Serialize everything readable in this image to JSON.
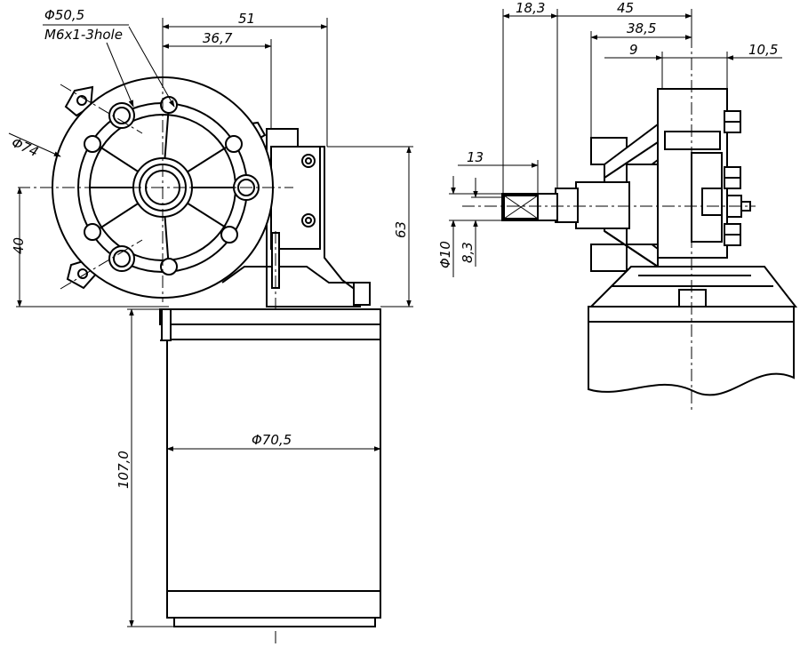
{
  "front_view": {
    "hole_callout": [
      "Φ50,5",
      "M6x1-3hole"
    ],
    "dim_51": "51",
    "dim_36_7": "36,7",
    "dim_74": "Φ74",
    "dim_40": "40",
    "dim_63": "63",
    "dim_70_5": "Φ70,5",
    "dim_107": "107,0"
  },
  "side_view": {
    "dim_18_3": "18,3",
    "dim_45": "45",
    "dim_38_5": "38,5",
    "dim_9": "9",
    "dim_10_5": "10,5",
    "dim_13": "13",
    "dim_10": "Φ10",
    "dim_8_3": "8,3"
  }
}
